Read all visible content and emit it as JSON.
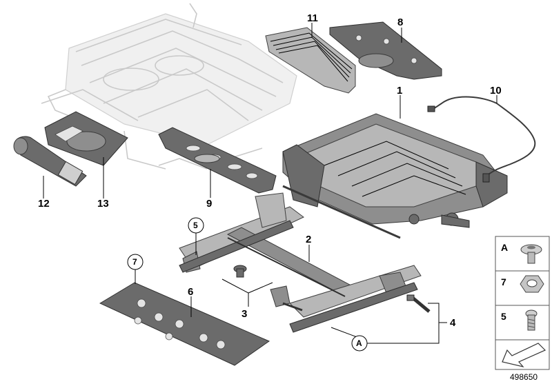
{
  "callouts": {
    "n1": "1",
    "n2": "2",
    "n3": "3",
    "n4": "4",
    "n6": "6",
    "n8": "8",
    "n9": "9",
    "n10": "10",
    "n11": "11",
    "n12": "12",
    "n13": "13",
    "c5": "5",
    "c7": "7",
    "cA": "A"
  },
  "legend": {
    "a": "A",
    "seven": "7",
    "five": "5"
  },
  "reference_code": "498650"
}
